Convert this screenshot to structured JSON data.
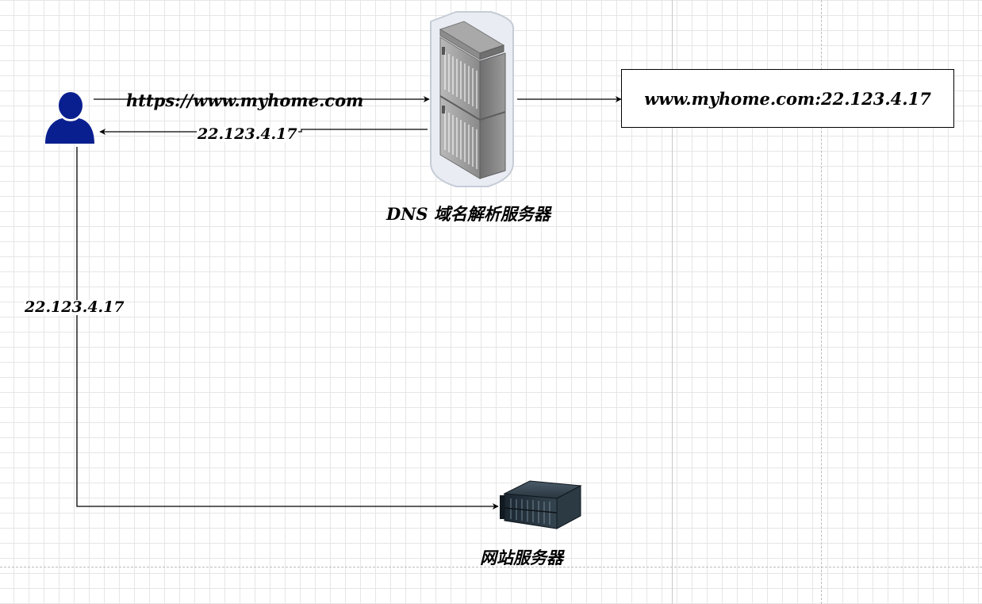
{
  "diagram": {
    "nodes": {
      "user": {
        "icon": "user-icon"
      },
      "dns_server": {
        "icon": "rack-server-icon",
        "label": "DNS 域名解析服务器"
      },
      "web_server": {
        "icon": "blade-server-icon",
        "label": "网站服务器"
      },
      "dns_record": {
        "text": "www.myhome.com:22.123.4.17"
      }
    },
    "edges": {
      "request": {
        "label": "https://www.myhome.com"
      },
      "reply": {
        "label": "22.123.4.17"
      },
      "lookup": {
        "label": ""
      },
      "visit": {
        "label": "22.123.4.17"
      }
    },
    "colors": {
      "user": "#0a1f8f",
      "line": "#000000",
      "rack_body": "#8e8e8e",
      "rack_frame": "#e9edf3",
      "blade_body": "#1b2630"
    }
  }
}
